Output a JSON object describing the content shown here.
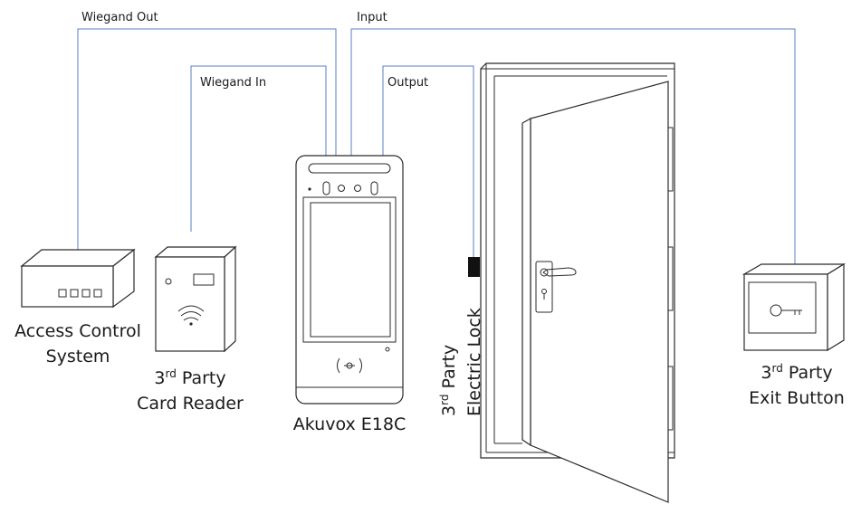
{
  "wires": {
    "wiegand_out": "Wiegand Out",
    "wiegand_in": "Wiegand In",
    "input": "Input",
    "output": "Output"
  },
  "devices": {
    "access_control": {
      "line1": "Access Control",
      "line2": "System"
    },
    "card_reader": {
      "pre": "3",
      "sup": "rd",
      "post": " Party",
      "line2": "Card Reader"
    },
    "terminal": {
      "label": "Akuvox E18C"
    },
    "electric_lock": {
      "pre": "3",
      "sup": "rd",
      "post": " Party",
      "line2": "Electric Lock"
    },
    "exit_button": {
      "pre": "3",
      "sup": "rd",
      "post": " Party",
      "line2": "Exit Button"
    }
  },
  "colors": {
    "wire": "#5b7fc0",
    "outline": "#2b2b2b",
    "lock_block": "#111111"
  },
  "icons": [
    "rfid-icon",
    "key-icon",
    "door-handle-icon",
    "keyhole-icon"
  ]
}
